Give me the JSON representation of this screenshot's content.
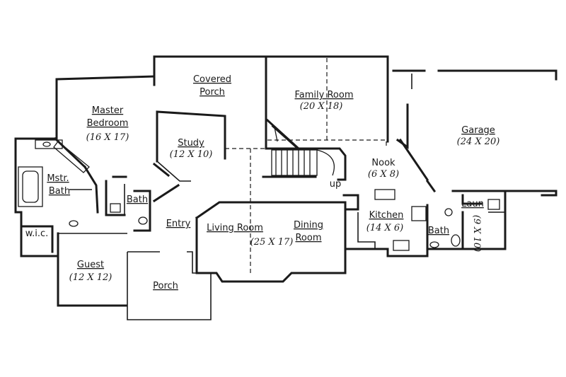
{
  "rooms": {
    "covered_porch": {
      "line1": "Covered",
      "line2": "Porch"
    },
    "family_room": {
      "name": "Family Room",
      "dim": "(20 X 18)"
    },
    "master_bedroom": {
      "line1": "Master",
      "line2": "Bedroom",
      "dim": "(16 X 17)"
    },
    "garage": {
      "name": "Garage",
      "dim": "(24 X 20)"
    },
    "study": {
      "name": "Study",
      "dim": "(12 X 10)"
    },
    "nook": {
      "name": "Nook",
      "dim": "(6 X 8)"
    },
    "mstr_bath": {
      "line1": "Mstr.",
      "line2": "Bath"
    },
    "bath_upper": {
      "name": "Bath"
    },
    "up": {
      "name": "up"
    },
    "laun": {
      "name": "Laun"
    },
    "kitchen": {
      "name": "Kitchen",
      "dim": "(14 X 6)"
    },
    "entry": {
      "name": "Entry"
    },
    "living_room": {
      "name": "Living Room",
      "dim": "(25 X 17)"
    },
    "dining_room": {
      "line1": "Dining",
      "line2": "Room"
    },
    "wic": {
      "name": "w.i.c."
    },
    "bath_lower": {
      "name": "Bath"
    },
    "dim_9x10": {
      "dim": "(9 X 10)"
    },
    "guest": {
      "name": "Guest",
      "dim": "(12 X 12)"
    },
    "porch": {
      "name": "Porch"
    }
  }
}
